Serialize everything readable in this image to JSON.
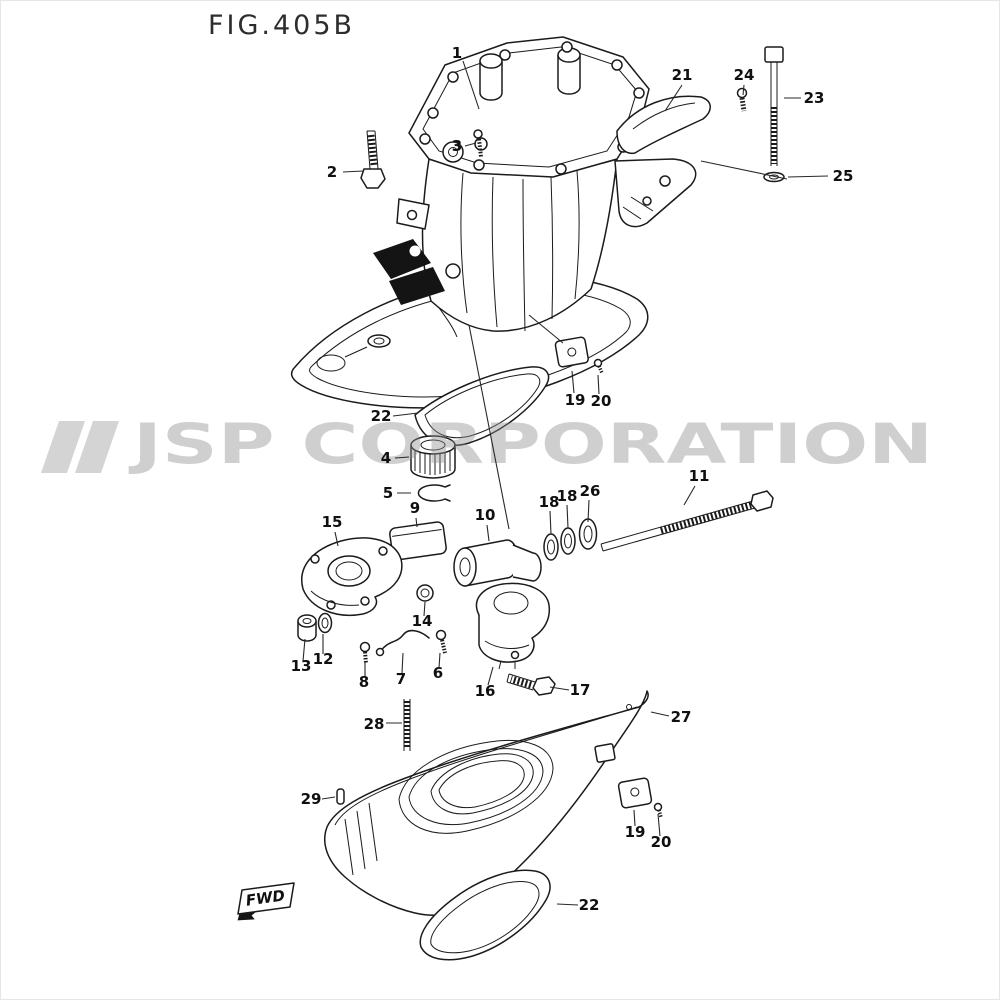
{
  "figure": {
    "title": "FIG.405B",
    "watermark": "JSP CORPORATION",
    "fwd_label": "FWD"
  },
  "parts": {
    "callouts": [
      "1",
      "21",
      "24",
      "23",
      "2",
      "3",
      "25",
      "19",
      "20",
      "22",
      "4",
      "5",
      "9",
      "10",
      "18",
      "18",
      "26",
      "11",
      "15",
      "14",
      "13",
      "12",
      "8",
      "7",
      "6",
      "16",
      "17",
      "28",
      "27",
      "29",
      "19",
      "20",
      "22"
    ]
  }
}
